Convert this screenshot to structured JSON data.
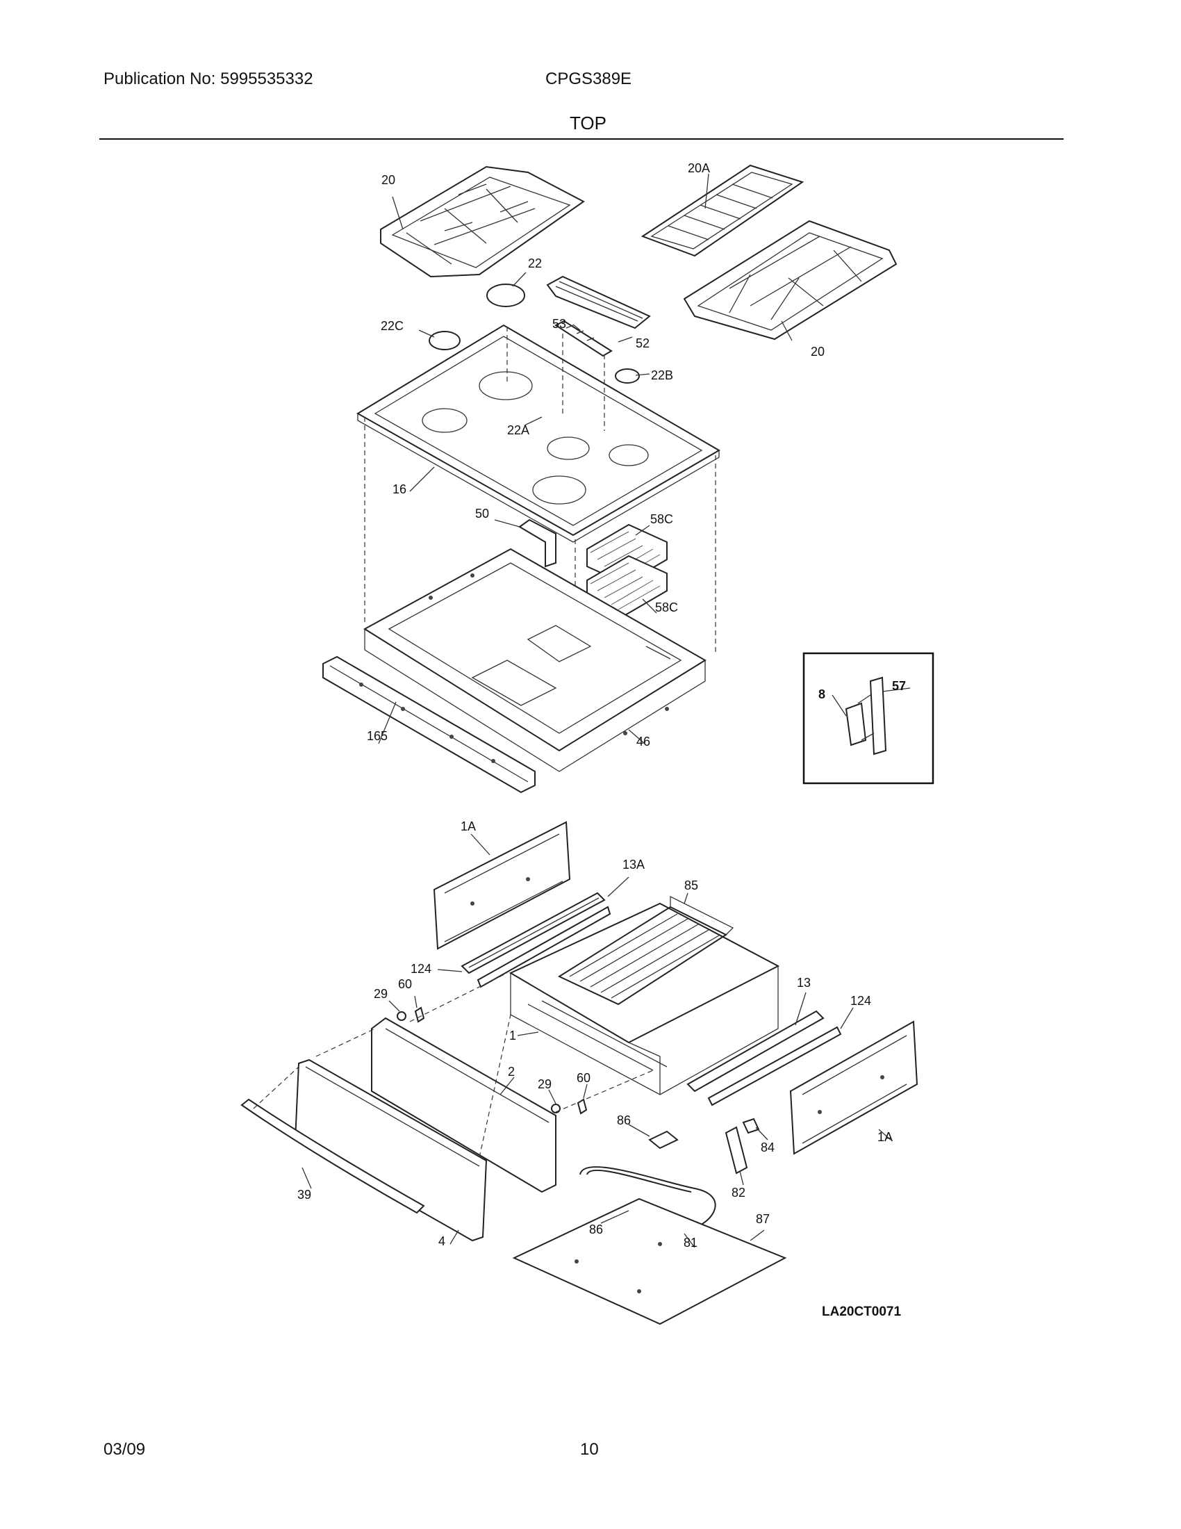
{
  "header": {
    "publication": "Publication No: 5995535332",
    "model": "CPGS389E",
    "section_title": "TOP"
  },
  "footer": {
    "date": "03/09",
    "page": "10"
  },
  "diagram_code": "LA20CT0071",
  "callouts": {
    "c20a": "20",
    "c20A": "20A",
    "c20b": "20",
    "c22": "22",
    "c22C": "22C",
    "c53": "53",
    "c52": "52",
    "c22B": "22B",
    "c22A": "22A",
    "c16": "16",
    "c50": "50",
    "c58Ca": "58C",
    "c58Cb": "58C",
    "c165": "165",
    "c46": "46",
    "c8": "8",
    "c57": "57",
    "c1Aa": "1A",
    "c13A": "13A",
    "c85": "85",
    "c124a": "124",
    "c29a": "29",
    "c60a": "60",
    "c13": "13",
    "c124b": "124",
    "c1": "1",
    "c2": "2",
    "c29b": "29",
    "c60b": "60",
    "c86a": "86",
    "c1Ab": "1A",
    "c84": "84",
    "c82": "82",
    "c39": "39",
    "c86b": "86",
    "c87": "87",
    "c81": "81",
    "c4": "4"
  }
}
